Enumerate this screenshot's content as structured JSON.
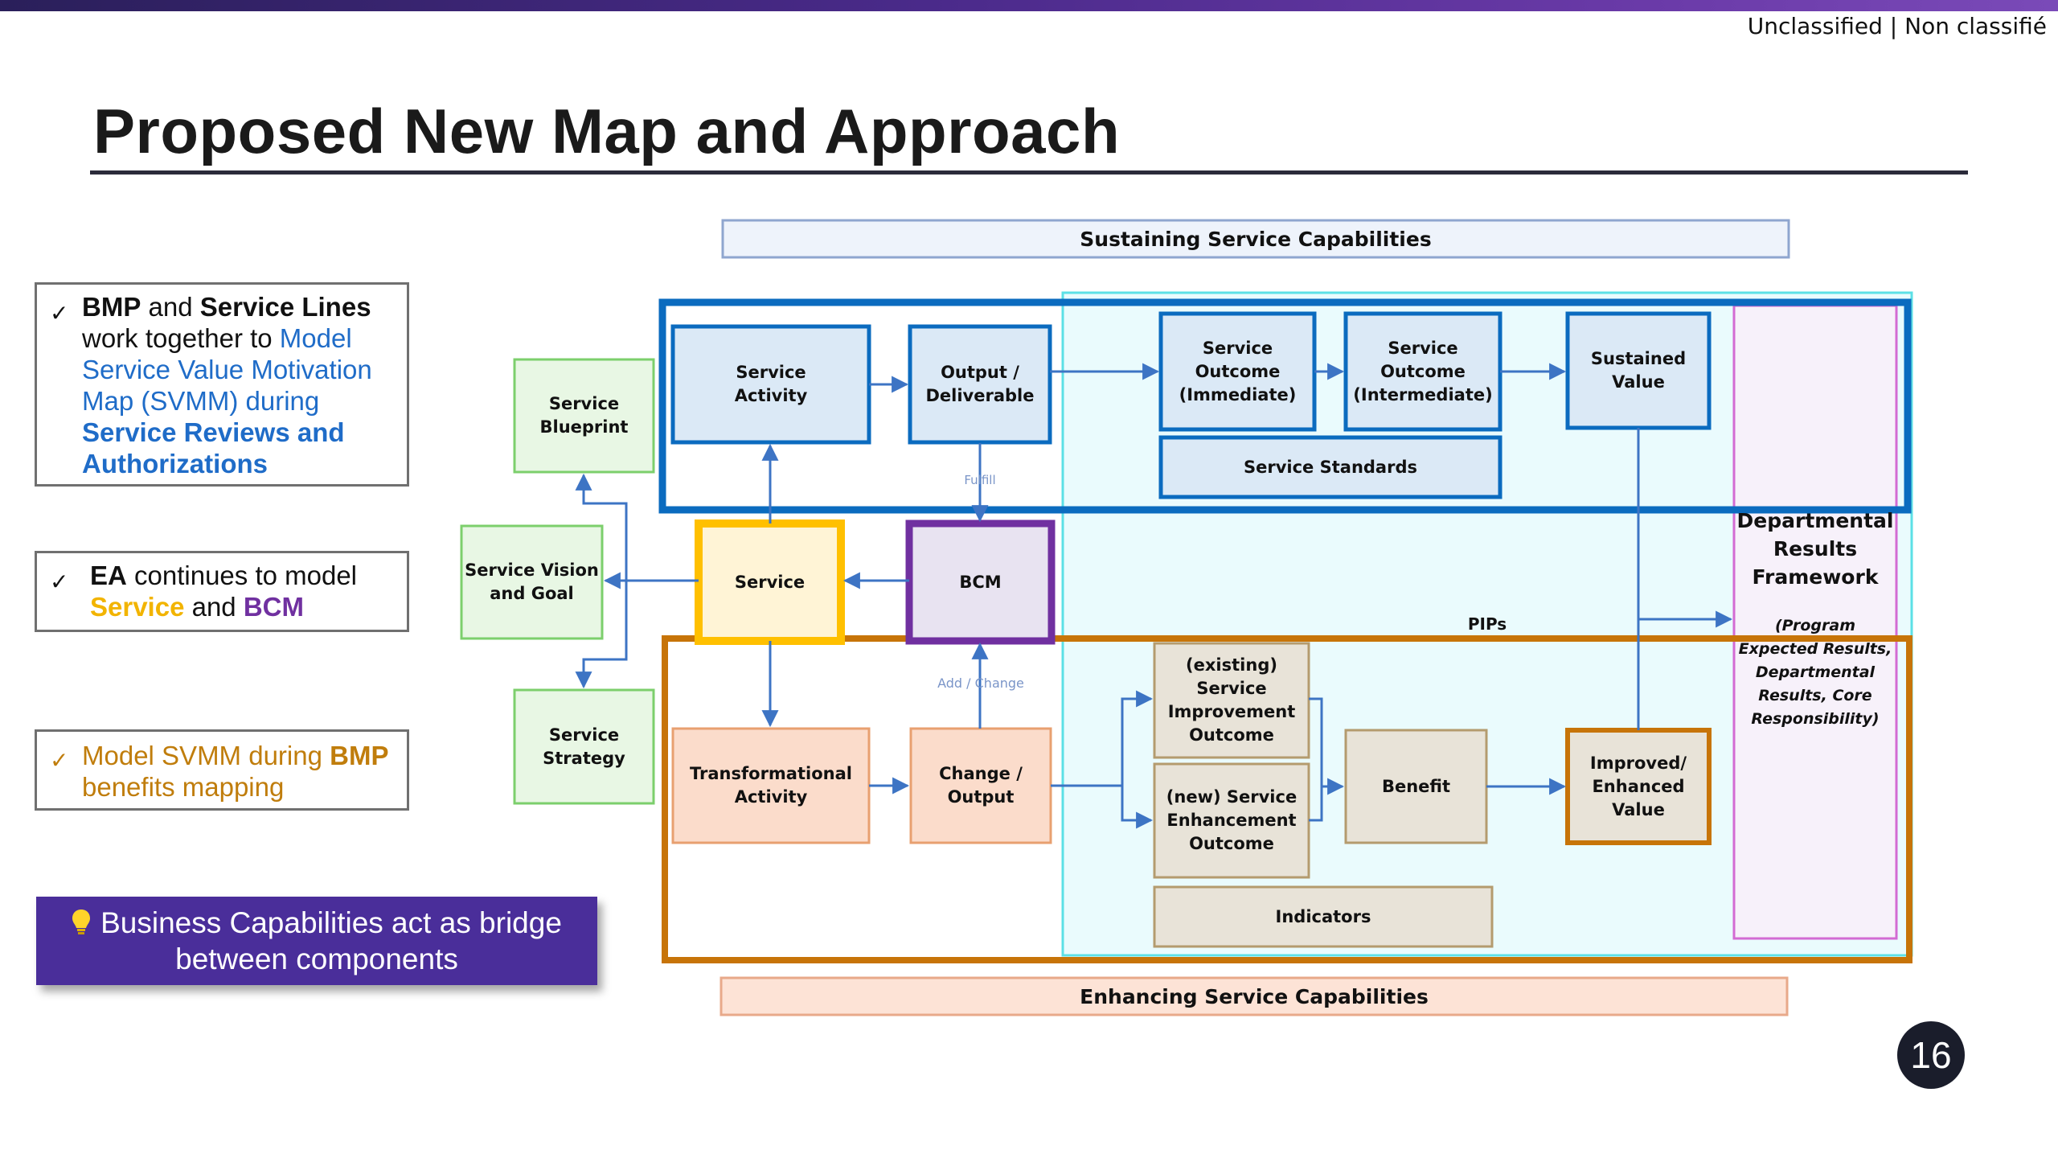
{
  "classification": "Unclassified | Non classifié",
  "title": "Proposed New Map and Approach",
  "page_number": "16",
  "notes": {
    "n1": {
      "check": "✓",
      "p1": "BMP",
      "p2": " and ",
      "p3": "Service Lines",
      "p4": "work together to ",
      "p5": "Model Service Value Motivation Map (SVMM) during",
      "p6": "Service Reviews and Authorizations"
    },
    "n2": {
      "check": "✓",
      "p1": "EA",
      "p2": " continues to model",
      "p3": "Service",
      "p4": " and ",
      "p5": "BCM"
    },
    "n3": {
      "check": "✓",
      "p1": "Model SVMM during ",
      "p2": "BMP",
      "p3": "benefits mapping"
    }
  },
  "bridge_note": {
    "line1": "Business Capabilities act as bridge",
    "line2": "between components"
  },
  "diagram": {
    "sustaining_bar": "Sustaining Service Capabilities",
    "enhancing_bar": "Enhancing Service Capabilities",
    "nodes": {
      "service_activity": [
        "Service",
        "Activity"
      ],
      "output_deliverable": [
        "Output /",
        "Deliverable"
      ],
      "outcome_immediate": [
        "Service Outcome",
        "(Immediate)"
      ],
      "outcome_intermediate": [
        "Service Outcome",
        "(Intermediate)"
      ],
      "sustained_value": [
        "Sustained",
        "Value"
      ],
      "service_standards": [
        "Service Standards"
      ],
      "service_blueprint": [
        "Service",
        "Blueprint"
      ],
      "service_vision": [
        "Service Vision",
        "and Goal"
      ],
      "service_strategy": [
        "Service",
        "Strategy"
      ],
      "service": [
        "Service"
      ],
      "bcm": [
        "BCM"
      ],
      "transformational_activity": [
        "Transformational",
        "Activity"
      ],
      "change_output": [
        "Change /",
        "Output"
      ],
      "existing_improvement": [
        "(existing) Service",
        "Improvement",
        "Outcome"
      ],
      "new_enhancement": [
        "(new) Service",
        "Enhancement",
        "Outcome"
      ],
      "benefit": [
        "Benefit"
      ],
      "improved_value": [
        "Improved/",
        "Enhanced",
        "Value"
      ],
      "indicators": [
        "Indicators"
      ]
    },
    "drf_title": [
      "Departmental",
      "Results",
      "Framework"
    ],
    "drf_sub": [
      "(Program",
      "Expected Results,",
      "Departmental",
      "Results, Core",
      "Responsibility)"
    ],
    "labels": {
      "fulfill": "Fulfill",
      "add_change": "Add / Change",
      "pips": "PIPs"
    }
  },
  "colors": {
    "blue_frame": "#0b6bbf",
    "orange_frame": "#c77408",
    "service_frame": "#ffc000",
    "bcm_frame": "#7030a0",
    "cyan_zone": "#5ce0e6",
    "drf_frame": "#d36bd3",
    "bridge_bg": "#4a2e9a"
  }
}
